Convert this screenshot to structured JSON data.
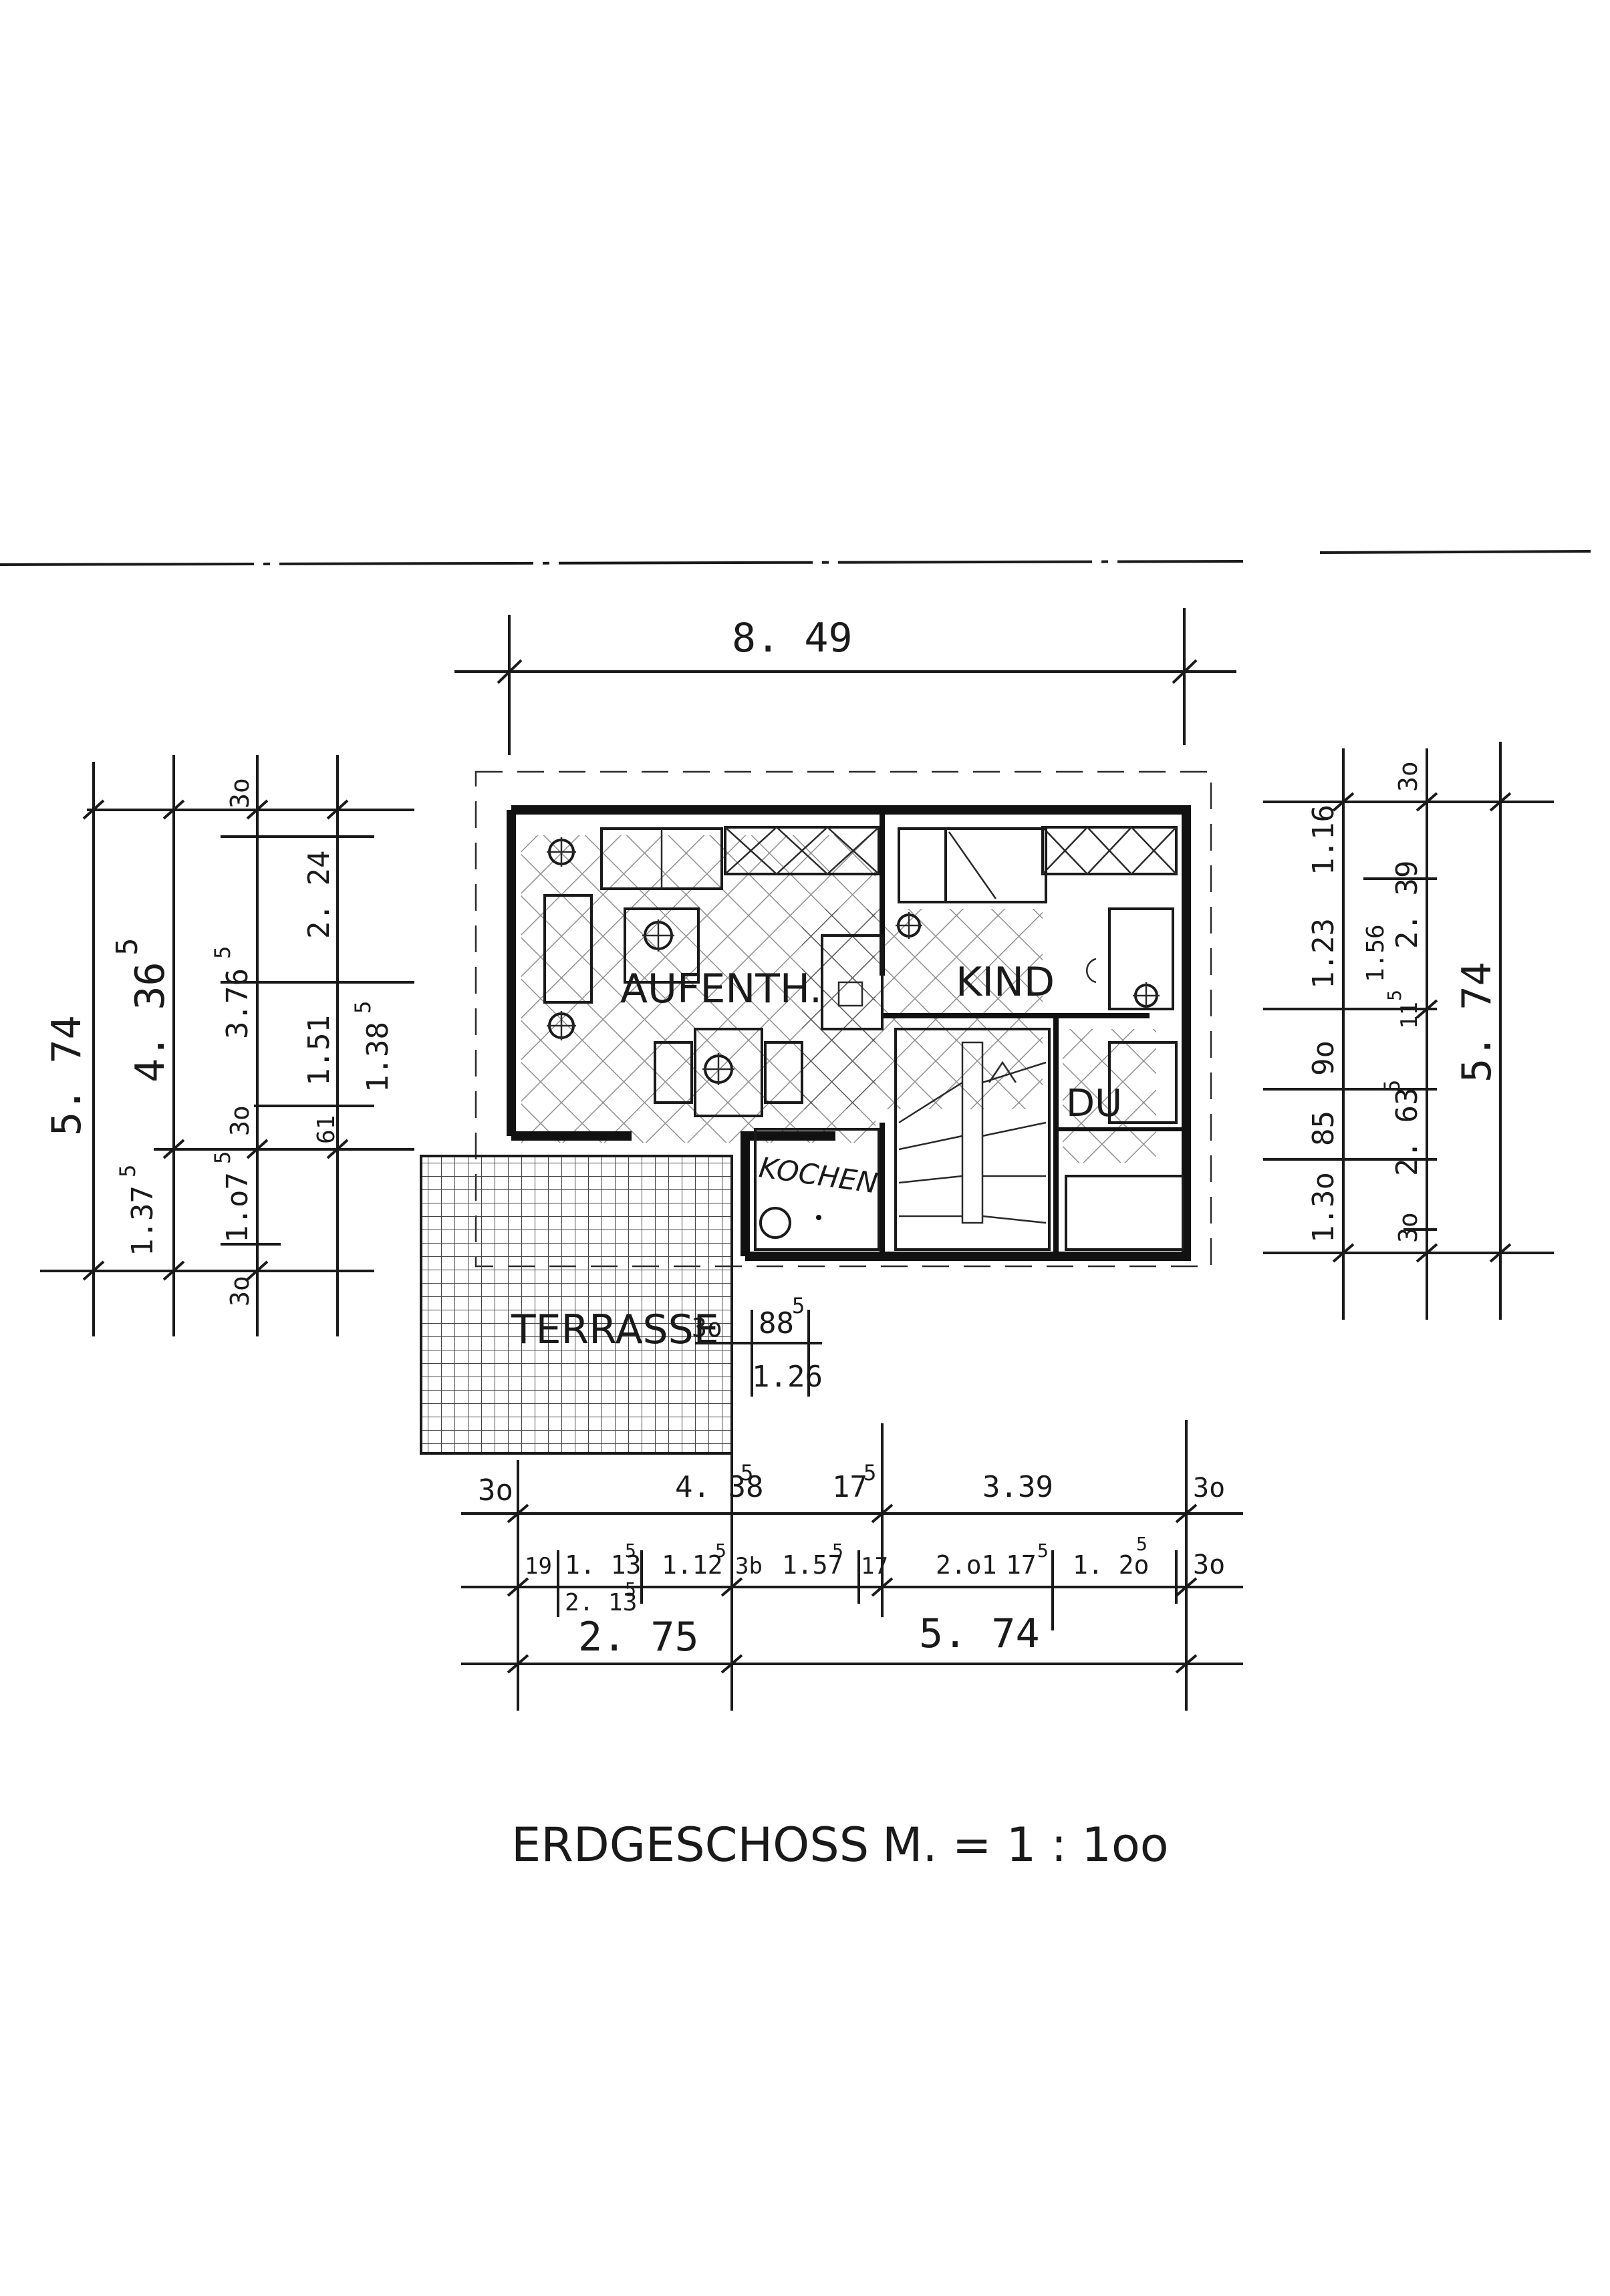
{
  "title": "ERDGESCHOSS",
  "scale": "M. = 1 : 1oo",
  "rooms": {
    "living": "AUFENTH.",
    "child": "KIND",
    "kitchen": "KOCHEN",
    "terrace": "TERRASSE",
    "shower": "DU"
  },
  "dims": {
    "top_total": "8. 49",
    "left_total": "5. 74",
    "left_a": "4. 36",
    "left_a_sup": "5",
    "left_b": "1.37",
    "left_b_sup": "5",
    "left_c": "3.76",
    "left_c_sup": "5",
    "left_d": "1.o7",
    "left_d_sup": "5",
    "left_e": "2. 24",
    "left_f": "1.51",
    "left_g": "1.38",
    "left_g_sup": "5",
    "left_h": "61",
    "left_i": "3o",
    "left_j": "3o",
    "left_k": "3o",
    "right_total": "5. 74",
    "right_a": "2. 39",
    "right_b": "1.16",
    "right_c": "1.23",
    "right_d": "1.56",
    "right_e": "9o",
    "right_f": "85",
    "right_g": "2. 63",
    "right_g_sup": "5",
    "right_h": "1.3o",
    "right_i": "3o",
    "right_j": "3o",
    "right_k": "11",
    "right_k_sup": "5",
    "terr_a": "3o",
    "terr_b": "88",
    "terr_b_sup": "5",
    "terr_c": "1.26",
    "b1_a": "3o",
    "b1_b": "4. 38",
    "b1_b_sup": "5",
    "b1_c": "17",
    "b1_c_sup": "5",
    "b1_d": "3.39",
    "b1_e": "3o",
    "b2_a": "19",
    "b2_b": "1. 13",
    "b2_b_sup": "5",
    "b2_c": "1.12",
    "b2_c_sup": "5",
    "b2_d": "3b",
    "b2_e": "1.57",
    "b2_e_sup": "5",
    "b2_f": "17",
    "b2_g": "2.o1",
    "b2_h": "17",
    "b2_h_sup": "5",
    "b2_i": "1. 2o",
    "b2_i_sup": "5",
    "b2_j": "3o",
    "b2_k": "2. 13",
    "b2_k_sup": "5",
    "b3_a": "2. 75",
    "b3_b": "5. 74"
  }
}
